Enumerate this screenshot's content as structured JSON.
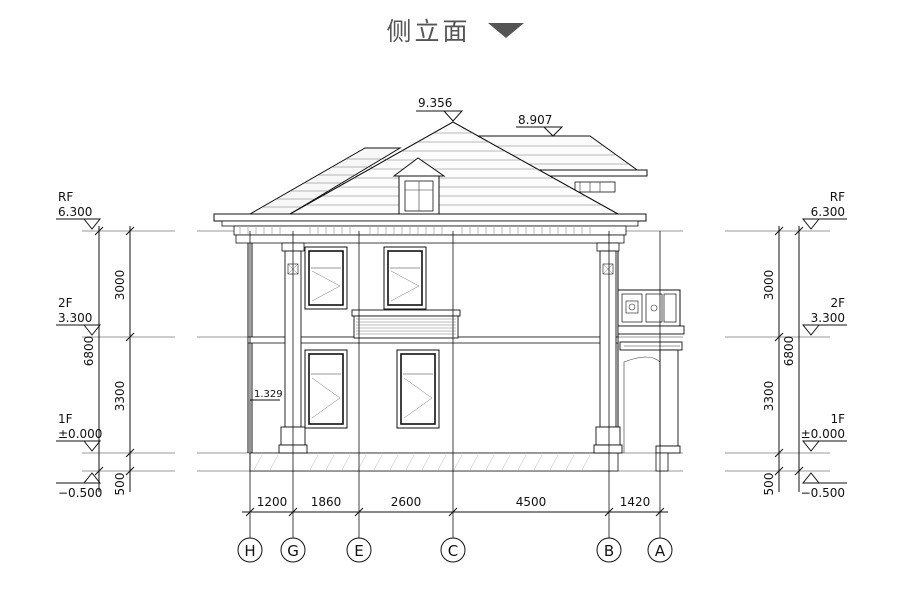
{
  "header": {
    "title": "侧立面",
    "arrow_icon": "triangle-down-icon"
  },
  "ridge_levels": {
    "main": "9.356",
    "secondary": "8.907"
  },
  "levels_left": [
    {
      "name": "RF",
      "value": "6.300"
    },
    {
      "name": "2F",
      "value": "3.300"
    },
    {
      "name": "1F",
      "value": "±0.000"
    },
    {
      "name": "",
      "value": "−0.500"
    }
  ],
  "levels_right": [
    {
      "name": "RF",
      "value": "6.300"
    },
    {
      "name": "2F",
      "value": "3.300"
    },
    {
      "name": "1F",
      "value": "±0.000"
    },
    {
      "name": "",
      "value": "−0.500"
    }
  ],
  "vertical_dims_left": {
    "upper": "3000",
    "lower": "3300",
    "total": "6800",
    "base": "500"
  },
  "vertical_dims_right": {
    "upper": "3000",
    "lower": "3300",
    "total": "6800",
    "base": "500"
  },
  "step_level": "1.329",
  "horizontal_dims": [
    "1200",
    "1860",
    "2600",
    "4500",
    "1420"
  ],
  "axes": [
    "H",
    "G",
    "E",
    "C",
    "B",
    "A"
  ]
}
